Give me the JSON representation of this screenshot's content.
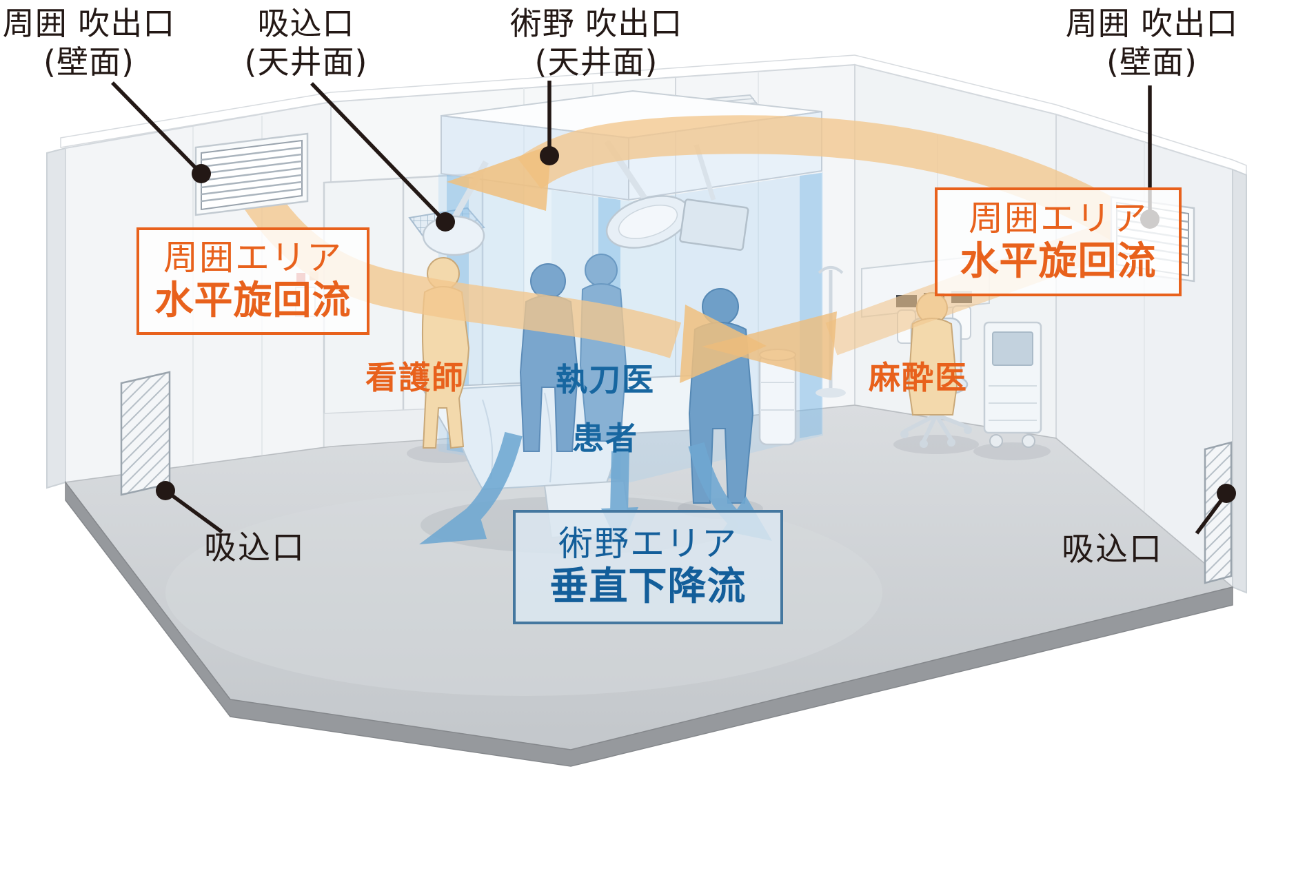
{
  "colors": {
    "label_black": "#231815",
    "accent_orange": "#e8611c",
    "flow_orange": "#f2c78d",
    "accent_blue": "#1766a0",
    "box_blue_border": "#44779f",
    "flow_blue": "#6fa8d2",
    "floor_gray": "#cbcfd3",
    "wall_gray": "#f3f5f7"
  },
  "callouts": {
    "top_left_wall_outlet": {
      "line1": "周囲 吹出口",
      "line2": "(壁面)"
    },
    "ceiling_intake": {
      "line1": "吸込口",
      "line2": "(天井面)"
    },
    "surgical_field_outlet": {
      "line1": "術野 吹出口",
      "line2": "(天井面)"
    },
    "top_right_wall_outlet": {
      "line1": "周囲 吹出口",
      "line2": "(壁面)"
    },
    "bottom_left_intake": "吸込口",
    "bottom_right_intake": "吸込口"
  },
  "flow_labels": {
    "left_perimeter_box": {
      "line1": "周囲エリア",
      "line2": "水平旋回流"
    },
    "right_perimeter_box": {
      "line1": "周囲エリア",
      "line2": "水平旋回流"
    },
    "surgical_zone_box": {
      "line1": "術野エリア",
      "line2": "垂直下降流"
    }
  },
  "people_labels": {
    "nurse": "看護師",
    "surgeon": "執刀医",
    "patient": "患者",
    "anesthesiologist": "麻酔医"
  }
}
